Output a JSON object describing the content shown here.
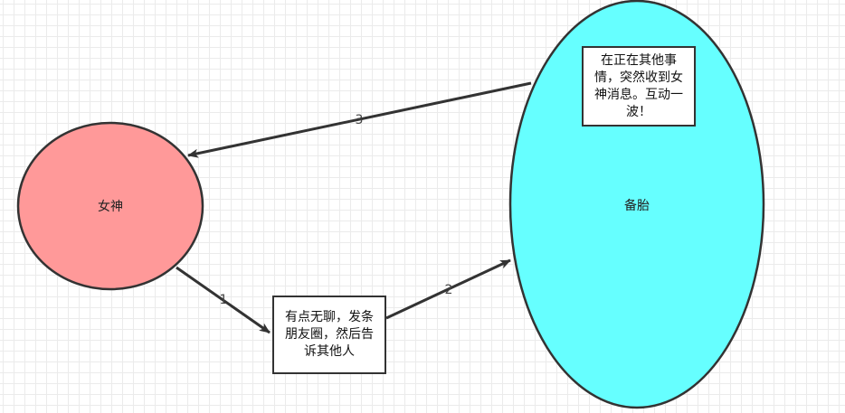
{
  "nodes": {
    "goddess": {
      "label": "女神",
      "fill": "#ff9999"
    },
    "backup": {
      "label": "备胎",
      "fill": "#66ffff"
    }
  },
  "notes": {
    "post_moments": "有点无聊，发条朋友圈，然后告诉其他人",
    "receive_message": "在正在其他事情，突然收到女神消息。互动一波！"
  },
  "edges": [
    {
      "label": "1",
      "from": "goddess",
      "to": "post_moments"
    },
    {
      "label": "2",
      "from": "post_moments",
      "to": "backup"
    },
    {
      "label": "3",
      "from": "backup",
      "to": "goddess"
    }
  ],
  "colors": {
    "stroke": "#333333",
    "grid": "#ebebeb"
  }
}
